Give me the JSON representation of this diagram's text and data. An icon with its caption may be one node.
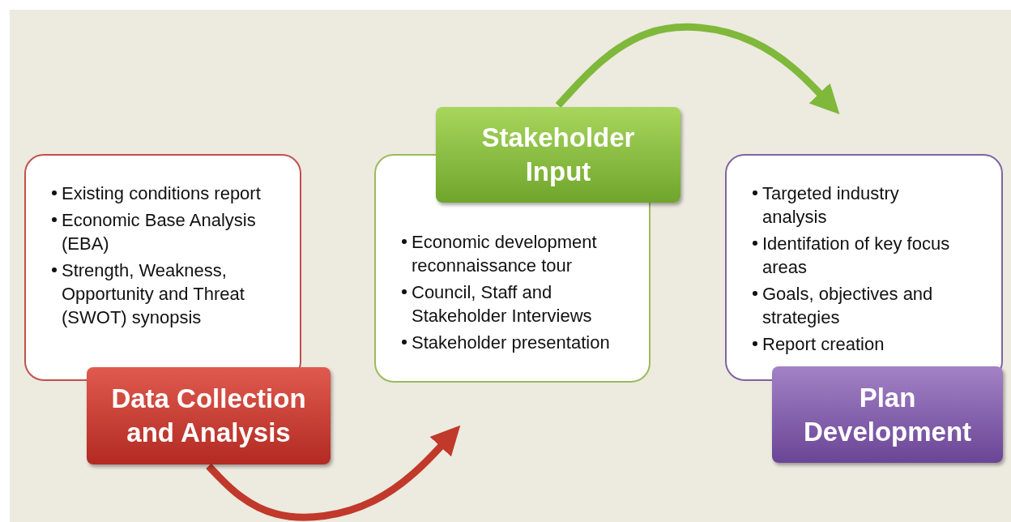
{
  "diagram": {
    "nodes": [
      {
        "text": [
          "Existing conditions report",
          "Economic Base Analysis (EBA)",
          "Strength, Weakness, Opportunity and Threat (SWOT) synopsis"
        ]
      },
      {
        "text": [
          "Data Collection and Analysis"
        ]
      },
      {
        "text": [
          "Economic development reconnaissance tour",
          "Council, Staff and Stakeholder Interviews",
          "Stakeholder presentation"
        ]
      },
      {
        "text": [
          "Stakeholder Input"
        ]
      },
      {
        "text": [
          "Targeted industry analysis",
          "Identifation of key focus areas",
          "Goals, objectives and strategies",
          "Report creation"
        ]
      },
      {
        "text": [
          "Plan Development"
        ]
      }
    ],
    "edges": [
      {
        "from": 1,
        "to": null,
        "arrow": "to",
        "color": "#c0392b"
      },
      {
        "from": 3,
        "to": null,
        "arrow": "to",
        "color": "#7fb83a"
      }
    ]
  }
}
